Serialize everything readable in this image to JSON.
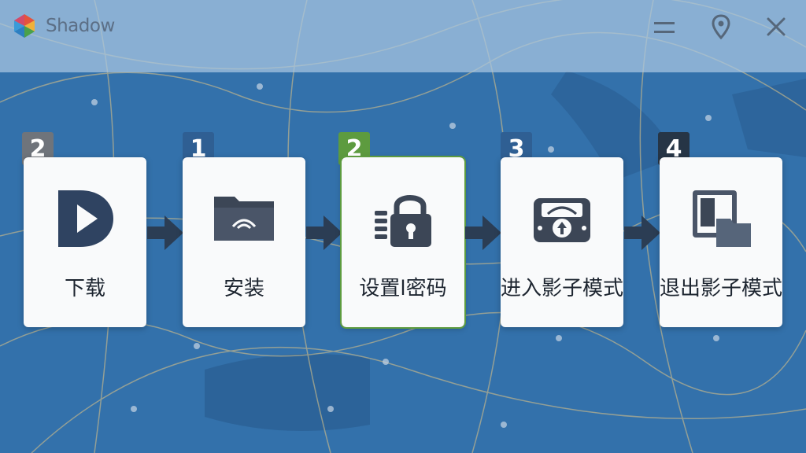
{
  "window": {
    "title": "Shadow",
    "minimize_icon": "minimize-icon",
    "pin_icon": "pin-icon",
    "close_icon": "close-icon"
  },
  "steps": [
    {
      "badge": "2",
      "badge_color": "#6f747b",
      "label": "下载",
      "icon": "play-icon"
    },
    {
      "badge": "1",
      "badge_color": "#2f5f93",
      "label": "安装",
      "icon": "folder-icon"
    },
    {
      "badge": "2",
      "badge_color": "#5d9b3f",
      "label": "设置l密码",
      "icon": "lock-icon"
    },
    {
      "badge": "3",
      "badge_color": "#2f5f93",
      "label": "进入影子模式",
      "icon": "safe-icon"
    },
    {
      "badge": "4",
      "badge_color": "#263546",
      "label": "退出影子模式",
      "icon": "exit-icon"
    }
  ],
  "colors": {
    "background": "#2f6aa3",
    "card": "#f9fafb",
    "icon": "#3c4656",
    "arrow": "#2b3d54",
    "active_border": "#5d9b3f"
  }
}
